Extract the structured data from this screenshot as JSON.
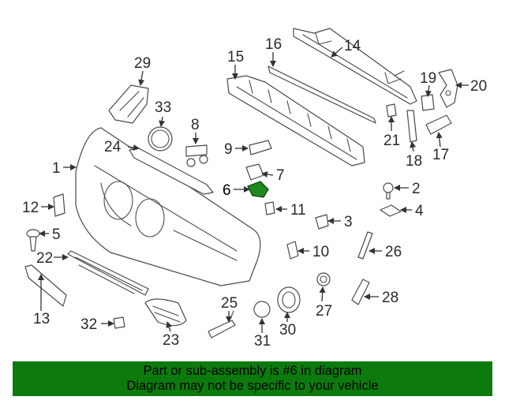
{
  "diagram": {
    "callouts": {
      "c1": "1",
      "c2": "2",
      "c3": "3",
      "c4": "4",
      "c5": "5",
      "c6": "6",
      "c7": "7",
      "c8": "8",
      "c9": "9",
      "c10": "10",
      "c11": "11",
      "c12": "12",
      "c13": "13",
      "c14": "14",
      "c15": "15",
      "c16": "16",
      "c17": "17",
      "c18": "18",
      "c19": "19",
      "c20": "20",
      "c21": "21",
      "c22": "22",
      "c23": "23",
      "c24": "24",
      "c25": "25",
      "c26": "26",
      "c27": "27",
      "c28": "28",
      "c29": "29",
      "c30": "30",
      "c31": "31",
      "c32": "32",
      "c33": "33"
    },
    "highlight_color": "#1e8a1e"
  },
  "banner": {
    "line1": "Part or sub-assembly is #6 in diagram",
    "line2": "Diagram may not be specific to your vehicle",
    "background": "#0c7a0c"
  }
}
